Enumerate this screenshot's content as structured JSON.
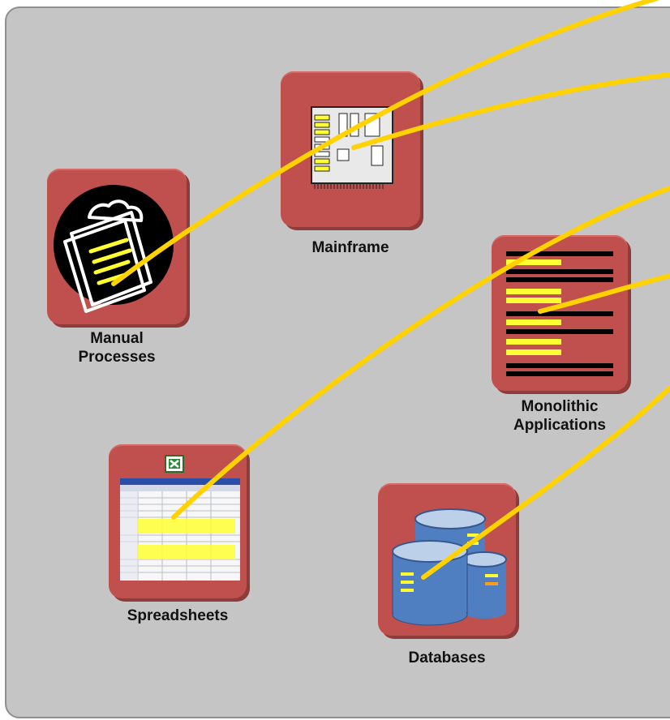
{
  "systems": {
    "mainframe": {
      "label": "Mainframe",
      "icon": "mainframe-board-icon"
    },
    "manual": {
      "label": "Manual\nProcesses",
      "icon": "clipboard-icon"
    },
    "monolithic": {
      "label": "Monolithic\nApplications",
      "icon": "monolithic-app-icon"
    },
    "spreadsheets": {
      "label": "Spreadsheets",
      "icon": "spreadsheet-icon"
    },
    "databases": {
      "label": "Databases",
      "icon": "database-icon"
    }
  },
  "colors": {
    "tile": "#c0504d",
    "connector": "#ffd200",
    "panel": "#c5c5c5"
  }
}
